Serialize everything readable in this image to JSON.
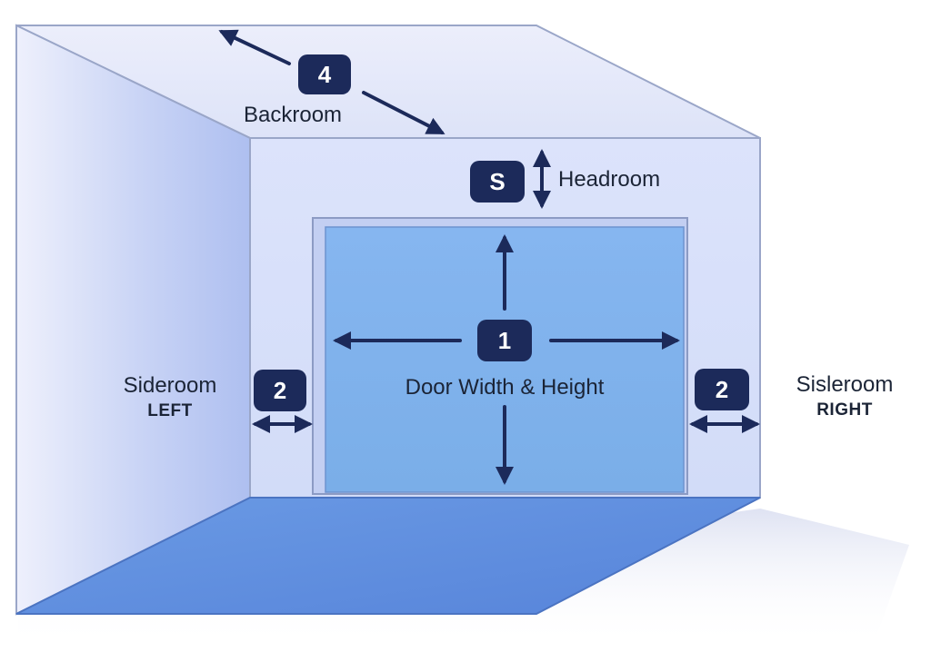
{
  "colors": {
    "badge": "#1c2a5a",
    "arrow": "#1c2a5a",
    "door": "#7fb2ee",
    "floor": "#5f8fe0",
    "wall": "#d9e2fb",
    "ceiling": "#e3e7fb"
  },
  "backroom": {
    "badge": "4",
    "label": "Backroom"
  },
  "headroom": {
    "badge": "S",
    "label": "Headroom"
  },
  "door": {
    "badge": "1",
    "label": "Door Width & Height"
  },
  "sideroom_left": {
    "badge": "2",
    "label": "Sideroom",
    "sublabel": "LEFT"
  },
  "sideroom_right": {
    "badge": "2",
    "label": "Sisleroom",
    "sublabel": "RIGHT"
  }
}
